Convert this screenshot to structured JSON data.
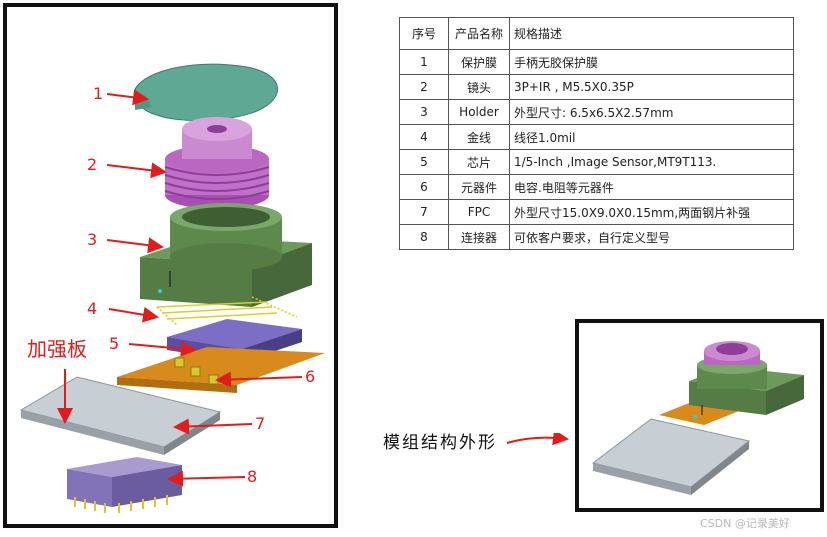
{
  "exploded_view": {
    "callouts": {
      "n1": "1",
      "n2": "2",
      "n3": "3",
      "n4": "4",
      "n5": "5",
      "n6": "6",
      "n7": "7",
      "n8": "8",
      "stiffener": "加强板"
    }
  },
  "spec_table": {
    "headers": [
      "序号",
      "产品名称",
      "规格描述"
    ],
    "rows": [
      {
        "no": "1",
        "name": "保护膜",
        "desc": "手柄无胶保护膜"
      },
      {
        "no": "2",
        "name": "镜头",
        "desc": "3P+IR , M5.5X0.35P"
      },
      {
        "no": "3",
        "name": "Holder",
        "desc": "外型尺寸: 6.5x6.5X2.57mm"
      },
      {
        "no": "4",
        "name": "金线",
        "desc": "线径1.0mil"
      },
      {
        "no": "5",
        "name": "芯片",
        "desc": "1/5-Inch ,Image Sensor,MT9T113."
      },
      {
        "no": "6",
        "name": "元器件",
        "desc": "电容.电阻等元器件"
      },
      {
        "no": "7",
        "name": "FPC",
        "desc": "外型尺寸15.0X9.0X0.15mm,两面钢片补强"
      },
      {
        "no": "8",
        "name": "连接器",
        "desc": "可依客户要求，自行定义型号"
      }
    ]
  },
  "assembled_view": {
    "caption": "模组结构外形"
  },
  "watermark": "CSDN @记录美好"
}
